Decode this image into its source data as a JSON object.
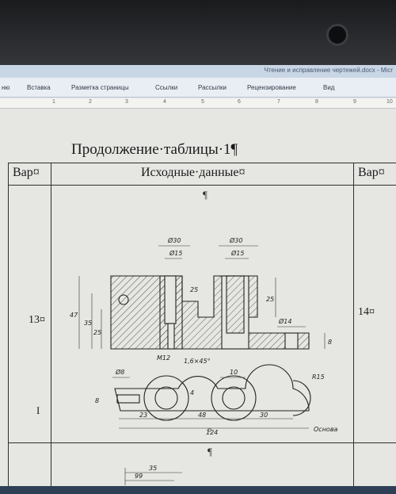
{
  "window": {
    "doc_title": "Чтение и исправление чертежей.docx - Micr"
  },
  "ribbon": {
    "tabs": [
      "ню",
      "Вставка",
      "Разметка страницы",
      "Ссылки",
      "Рассылки",
      "Рецензирование",
      "Вид"
    ]
  },
  "ruler": {
    "marks": [
      "1",
      "2",
      "3",
      "4",
      "5",
      "6",
      "7",
      "8",
      "9",
      "10"
    ]
  },
  "document": {
    "heading": "Продолжение·таблицы·1¶",
    "table": {
      "col1_header": "Вар¤",
      "col2_header": "Исходные·данные¤",
      "col3_header": "Вар¤",
      "row_variant_left": "13¤",
      "row_variant_right": "14¤",
      "mark_roman": "I",
      "pilcrow": "¶",
      "cell_end": "¤"
    },
    "drawing": {
      "dim_d30_left": "Ø30",
      "dim_d15_left": "Ø15",
      "dim_d30_right": "Ø30",
      "dim_d15_right": "Ø15",
      "dim_47": "47",
      "dim_35": "35",
      "dim_25_left": "25",
      "dim_25_mid": "25",
      "dim_25_right": "25",
      "dim_d14": "Ø14",
      "dim_8_right": "8",
      "dim_m12": "M12",
      "dim_chamfer": "1,6×45°",
      "dim_d8": "Ø8",
      "dim_10": "10",
      "dim_r15": "R15",
      "dim_8_left": "8",
      "dim_4": "4",
      "dim_23": "23",
      "dim_48": "48",
      "dim_30": "30",
      "dim_124": "124",
      "dim_35_bottom": "35",
      "dim_99": "99",
      "label_osnova": "Основа"
    }
  }
}
